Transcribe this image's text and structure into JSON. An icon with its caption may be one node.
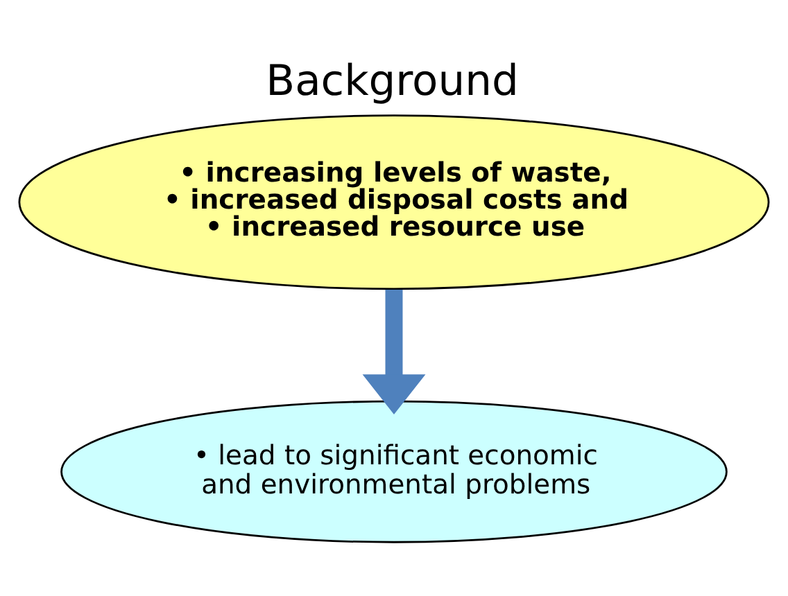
{
  "diagram": {
    "title": "Background",
    "nodes": [
      {
        "text": [
          "• increasing levels of waste,",
          "• increased disposal costs and",
          "• increased resource use"
        ]
      },
      {
        "text": [
          "• lead to significant economic and environmental problems"
        ]
      }
    ],
    "edges": [
      {
        "from": 0,
        "to": 1,
        "arrow": "to"
      }
    ]
  }
}
